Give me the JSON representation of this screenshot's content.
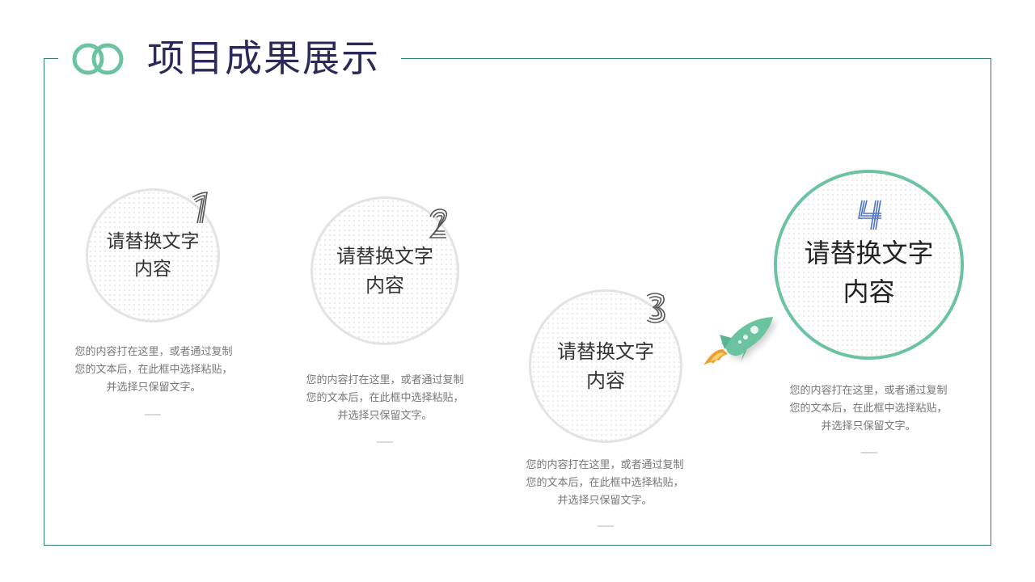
{
  "header": {
    "title": "项目成果展示",
    "logo_icon": "interlocking-rings-icon",
    "accent_color": "#6cc3a0",
    "title_color": "#2a2a5a",
    "frame_color": "#2e7d6b"
  },
  "steps": [
    {
      "number": "1",
      "heading_line1": "请替换文字",
      "heading_line2": "内容",
      "description": "您的内容打在这里，或者通过复制\n您的文本后，在此框中选择粘贴，\n并选择只保留文字。"
    },
    {
      "number": "2",
      "heading_line1": "请替换文字",
      "heading_line2": "内容",
      "description": "您的内容打在这里，或者通过复制\n您的文本后，在此框中选择粘贴，\n并选择只保留文字。"
    },
    {
      "number": "3",
      "heading_line1": "请替换文字",
      "heading_line2": "内容",
      "description": "您的内容打在这里，或者通过复制\n您的文本后，在此框中选择粘贴，\n并选择只保留文字。"
    },
    {
      "number": "4",
      "heading_line1": "请替换文字",
      "heading_line2": "内容",
      "description": "您的内容打在这里，或者通过复制\n您的文本后，在此框中选择粘贴，\n并选择只保留文字。"
    }
  ],
  "decoration": {
    "rocket_icon": "rocket-icon",
    "rocket_color": "#6cc3a0",
    "flame_color": "#f0a030"
  }
}
